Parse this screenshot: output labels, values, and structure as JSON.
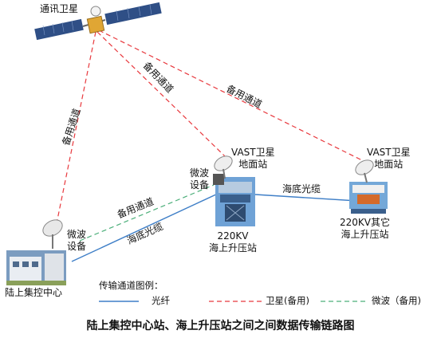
{
  "title": "陆上集控中心站、海上升压站之间之间数据传输链路图",
  "nodes": {
    "satellite": "通讯卫星",
    "control_center": "陆上集控中心",
    "station_220kv": "220KV\n海上升压站",
    "station_other": "220KV其它\n海上升压站",
    "ground_station_1": "VAST卫星\n地面站",
    "ground_station_2": "VAST卫星\n地面站",
    "microwave_center": "微波\n设备",
    "microwave_station": "微波\n设备"
  },
  "links": {
    "backup_sat_center": "备用通道",
    "backup_sat_station": "备用通道",
    "backup_sat_other": "备用通道",
    "backup_microwave": "备用通道",
    "fiber_center_station": "海底光缆",
    "fiber_station_other": "海底光缆"
  },
  "legend": {
    "title": "传输通道图例：",
    "fiber": "光纤",
    "satellite": "卫星(备用)",
    "microwave": "微波（备用)"
  },
  "colors": {
    "fiber": "#3f7fc7",
    "satellite": "#e8383d",
    "microwave": "#4caf7a"
  }
}
